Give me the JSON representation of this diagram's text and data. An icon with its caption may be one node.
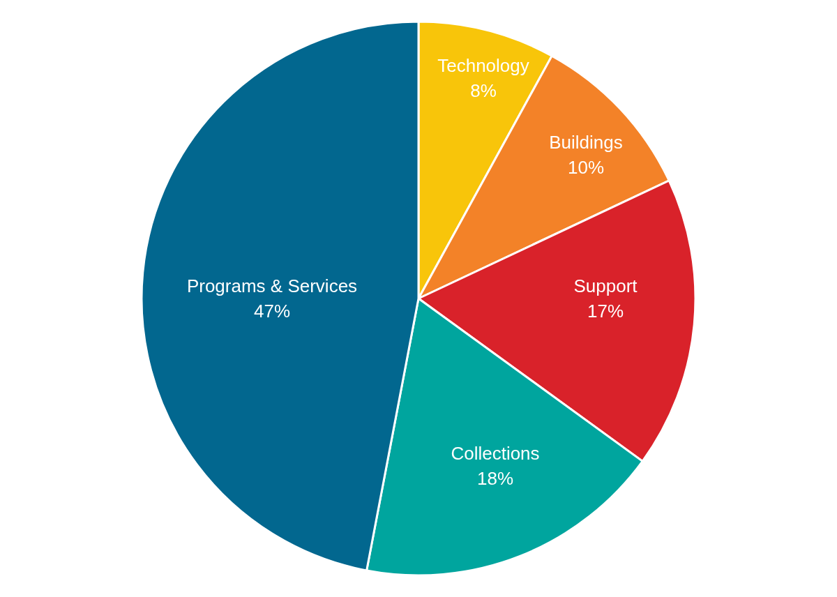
{
  "diagram": {
    "chart_data": {
      "type": "pie",
      "categories": [
        "Technology",
        "Buildings",
        "Support",
        "Collections",
        "Programs & Services"
      ],
      "values": [
        8,
        10,
        17,
        18,
        47
      ],
      "value_labels": [
        "8%",
        "10%",
        "17%",
        "18%",
        "47%"
      ]
    }
  }
}
